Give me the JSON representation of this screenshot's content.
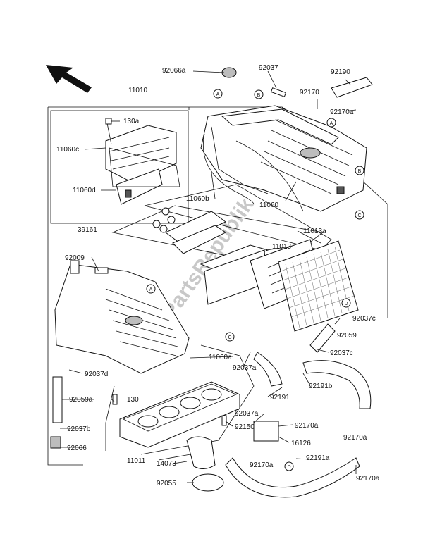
{
  "diagram": {
    "watermark": "PartsRepublik",
    "callouts": {
      "A": "A",
      "B": "B",
      "C": "C",
      "D": "D"
    },
    "part_labels": {
      "p11010": "11010",
      "p92066a": "92066a",
      "p92037": "92037",
      "p92190": "92190",
      "p92170": "92170",
      "p92170a_top": "92170a",
      "p130a": "130a",
      "p11060c": "11060c",
      "p11060d": "11060d",
      "p11060b": "11060b",
      "p11060": "11060",
      "p39161": "39161",
      "p11013a": "11013a",
      "p11013": "11013",
      "p92009": "92009",
      "p92037c": "92037c",
      "p92059": "92059",
      "p92037c_2": "92037c",
      "p11060a": "11060a",
      "p92037a": "92037a",
      "p92037d": "92037d",
      "p92191b": "92191b",
      "p92059a": "92059a",
      "p130": "130",
      "p92191": "92191",
      "p92037a_2": "92037a",
      "p92170a_mid": "92170a",
      "p92037b": "92037b",
      "p92150": "92150",
      "p16126": "16126",
      "p92170a_right": "92170a",
      "p92066": "92066",
      "p11011": "11011",
      "p14073": "14073",
      "p92170a_low": "92170a",
      "p92191a": "92191a",
      "p92055": "92055",
      "p92170a_bottom": "92170a"
    }
  }
}
